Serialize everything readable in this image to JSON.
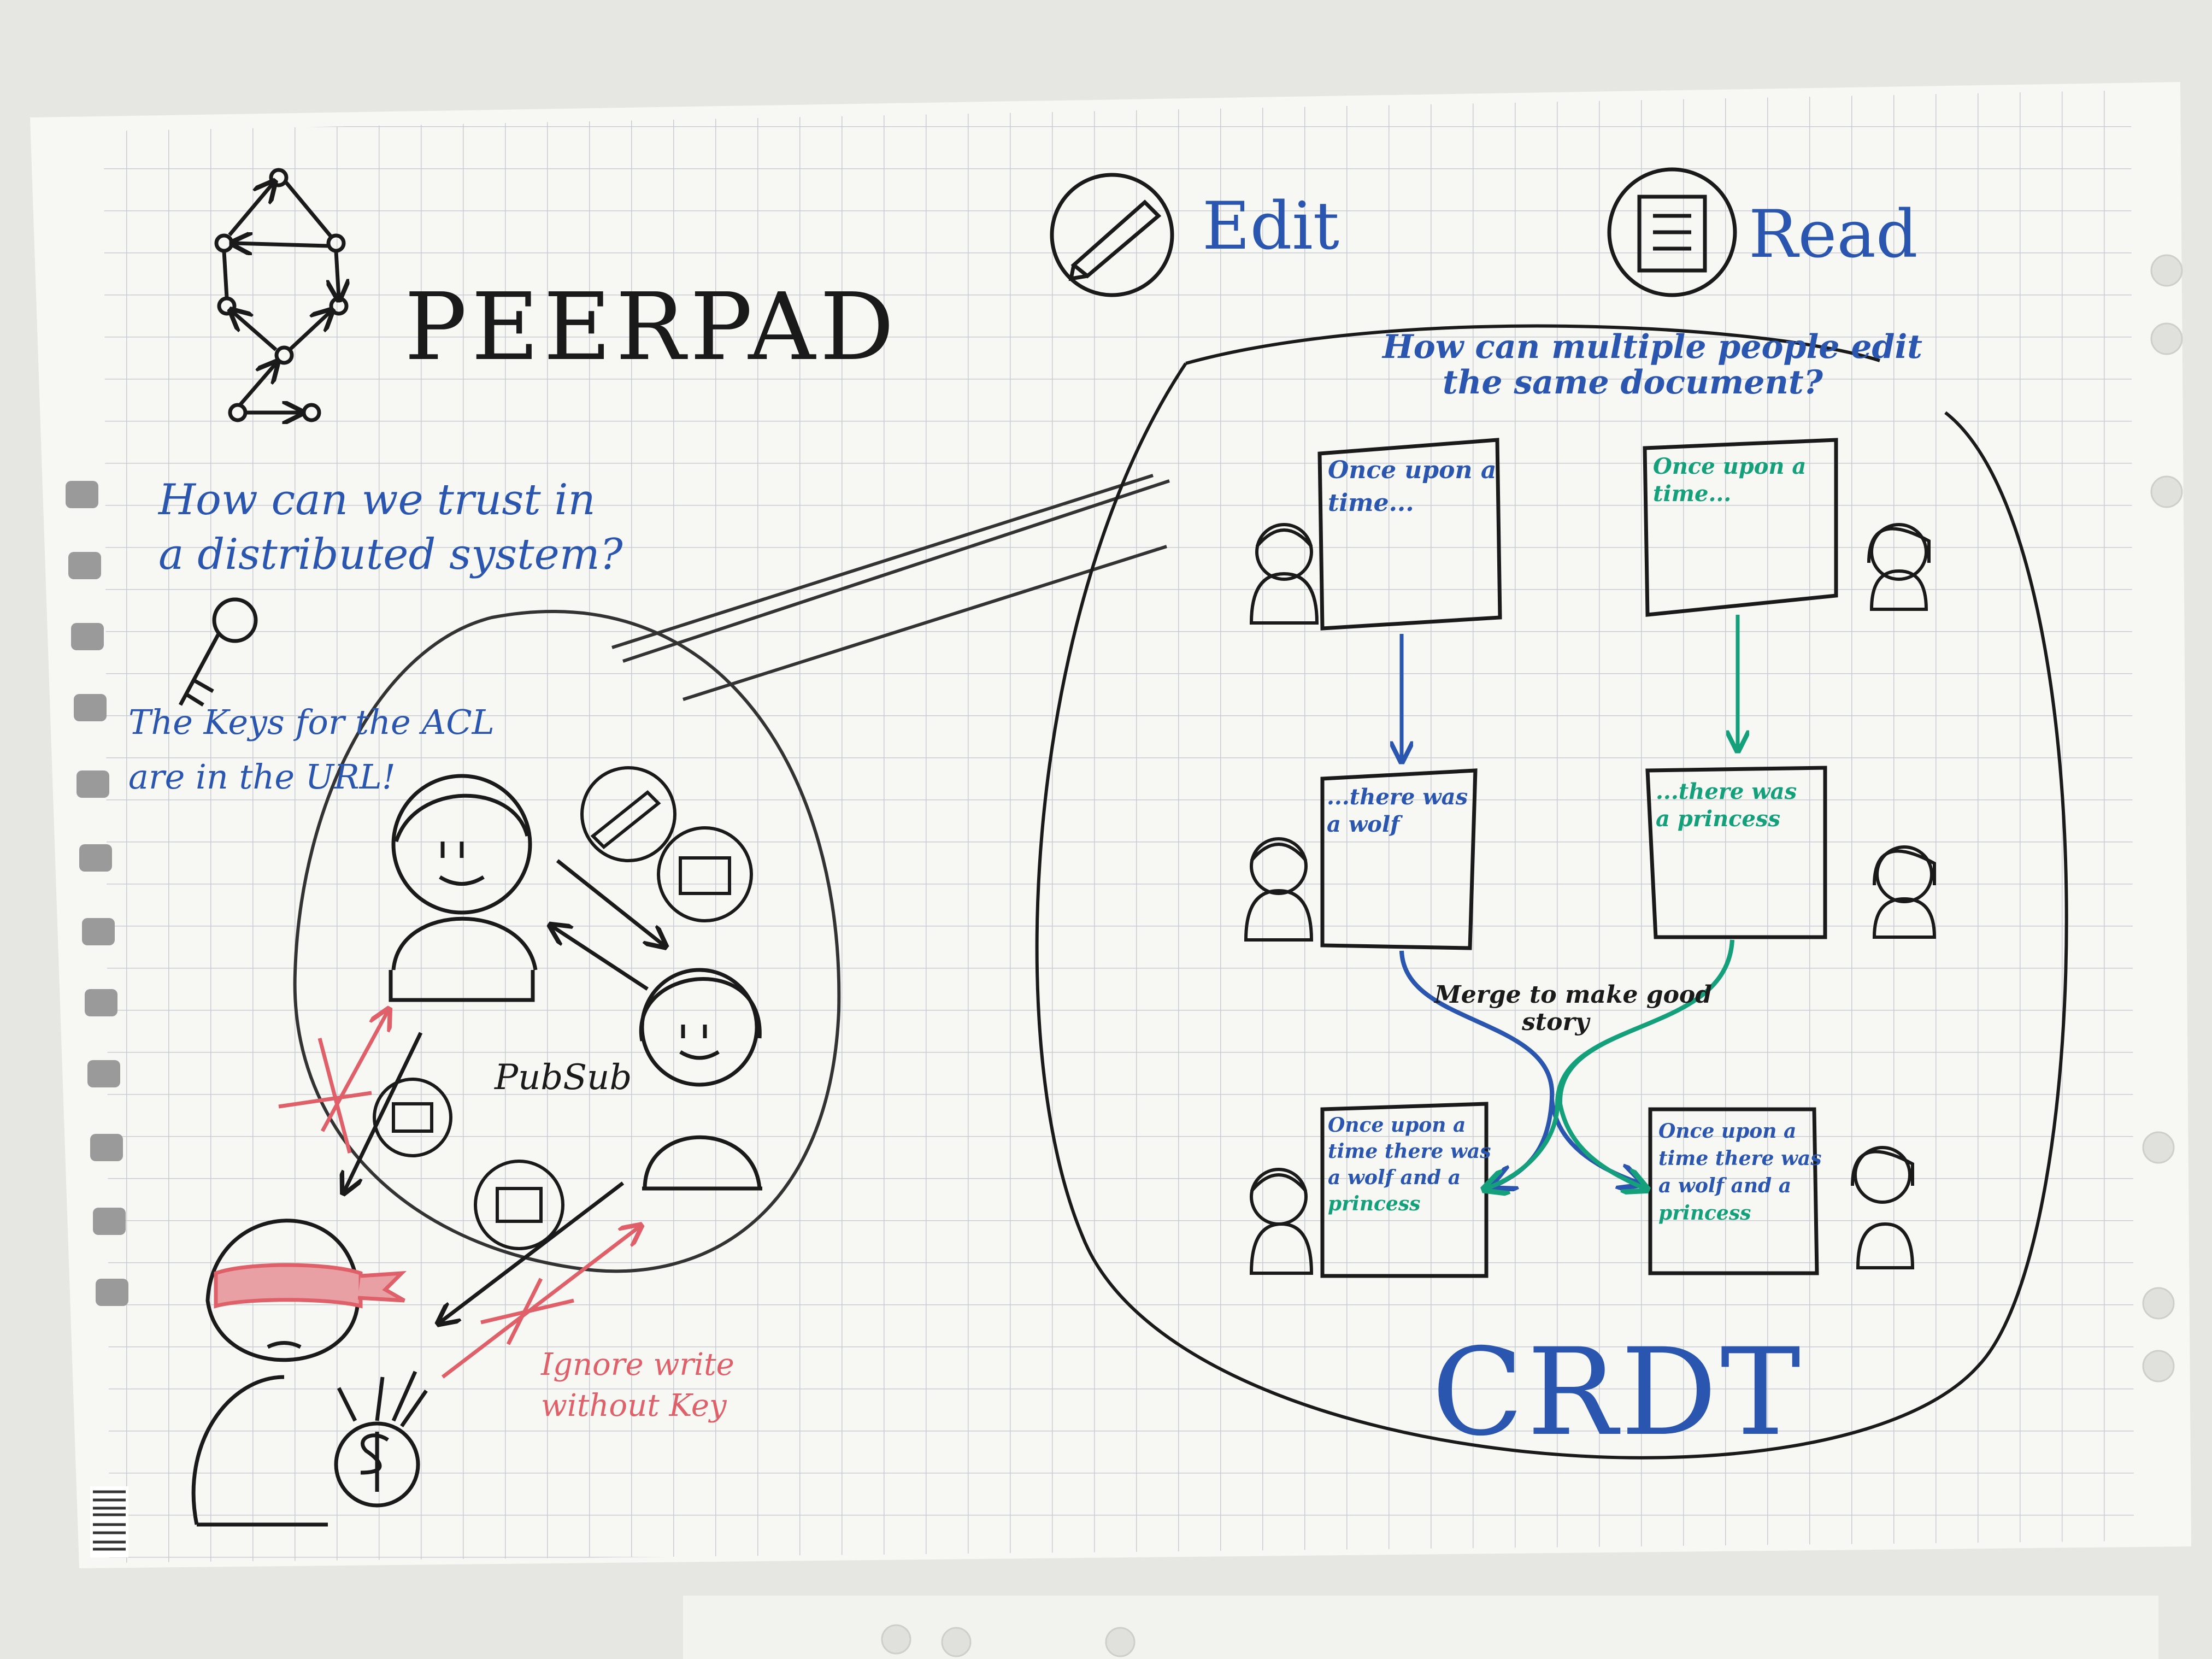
{
  "title": "PEERPAD",
  "modes": {
    "edit": "Edit",
    "read": "Read"
  },
  "trust": {
    "question_line1": "How can we trust in",
    "question_line2": "a distributed system?",
    "keys_line1": "The Keys for the ACL",
    "keys_line2": "are in the URL!",
    "pubsub": "PubSub",
    "ignore_line1": "Ignore write",
    "ignore_line2": "without Key"
  },
  "crdt": {
    "question_line1": "How can multiple people edit",
    "question_line2": "the same document?",
    "doc1_line1": "Once upon a",
    "doc1_line2": "time...",
    "doc2_line1": "Once upon a",
    "doc2_line2": "time...",
    "doc3_line1": "...there was",
    "doc3_line2": "a wolf",
    "doc4_line1": "...there was",
    "doc4_line2": "a princess",
    "merge_line1": "Merge to make good",
    "merge_line2": "story",
    "doc5": [
      "Once upon a",
      "time there was",
      "a wolf and a",
      "princess"
    ],
    "doc6": [
      "Once upon a",
      "time there was",
      "a wolf and a",
      "princess"
    ],
    "label": "CRDT"
  },
  "colors": {
    "blue": "#2a56b0",
    "green": "#13a07a",
    "red": "#e0606a",
    "ink": "#1a1a1a"
  }
}
